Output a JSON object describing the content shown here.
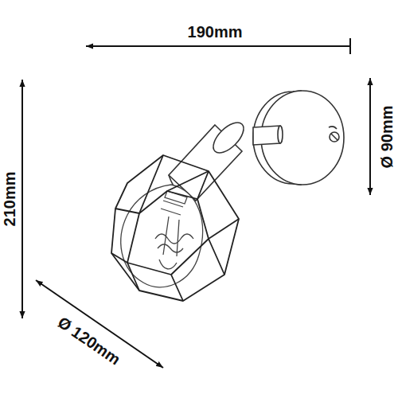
{
  "diagram": {
    "labels": [
      "190mm",
      "210mm",
      "Ø 90mm",
      "Ø 120mm"
    ]
  }
}
